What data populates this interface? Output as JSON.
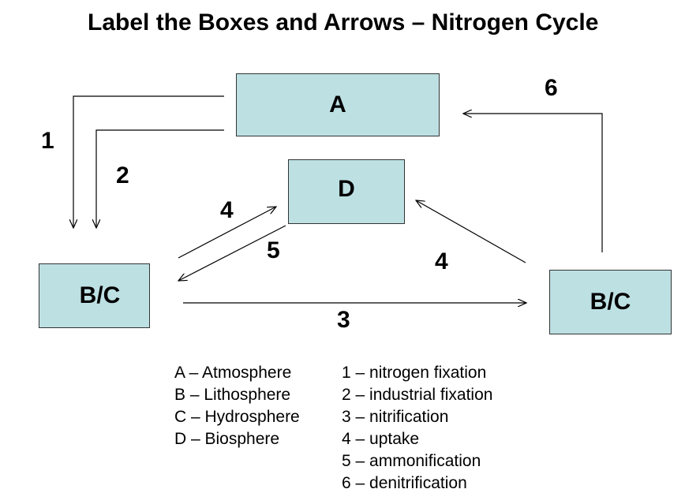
{
  "title": "Label the Boxes and Arrows – Nitrogen Cycle",
  "boxes": {
    "a": "A",
    "d": "D",
    "bc_left": "B/C",
    "bc_right": "B/C"
  },
  "arrow_labels": {
    "one": "1",
    "two": "2",
    "three": "3",
    "four_left": "4",
    "four_right": "4",
    "five": "5",
    "six": "6"
  },
  "legend_boxes": [
    "A – Atmosphere",
    "B – Lithosphere",
    "C – Hydrosphere",
    "D – Biosphere"
  ],
  "legend_arrows": [
    "1 – nitrogen fixation",
    "2 – industrial fixation",
    "3 – nitrification",
    "4 – uptake",
    "5 – ammonification",
    "6 – denitrification"
  ],
  "colors": {
    "box_fill": "#bde0e3",
    "box_border": "#333333",
    "arrow": "#000000"
  }
}
